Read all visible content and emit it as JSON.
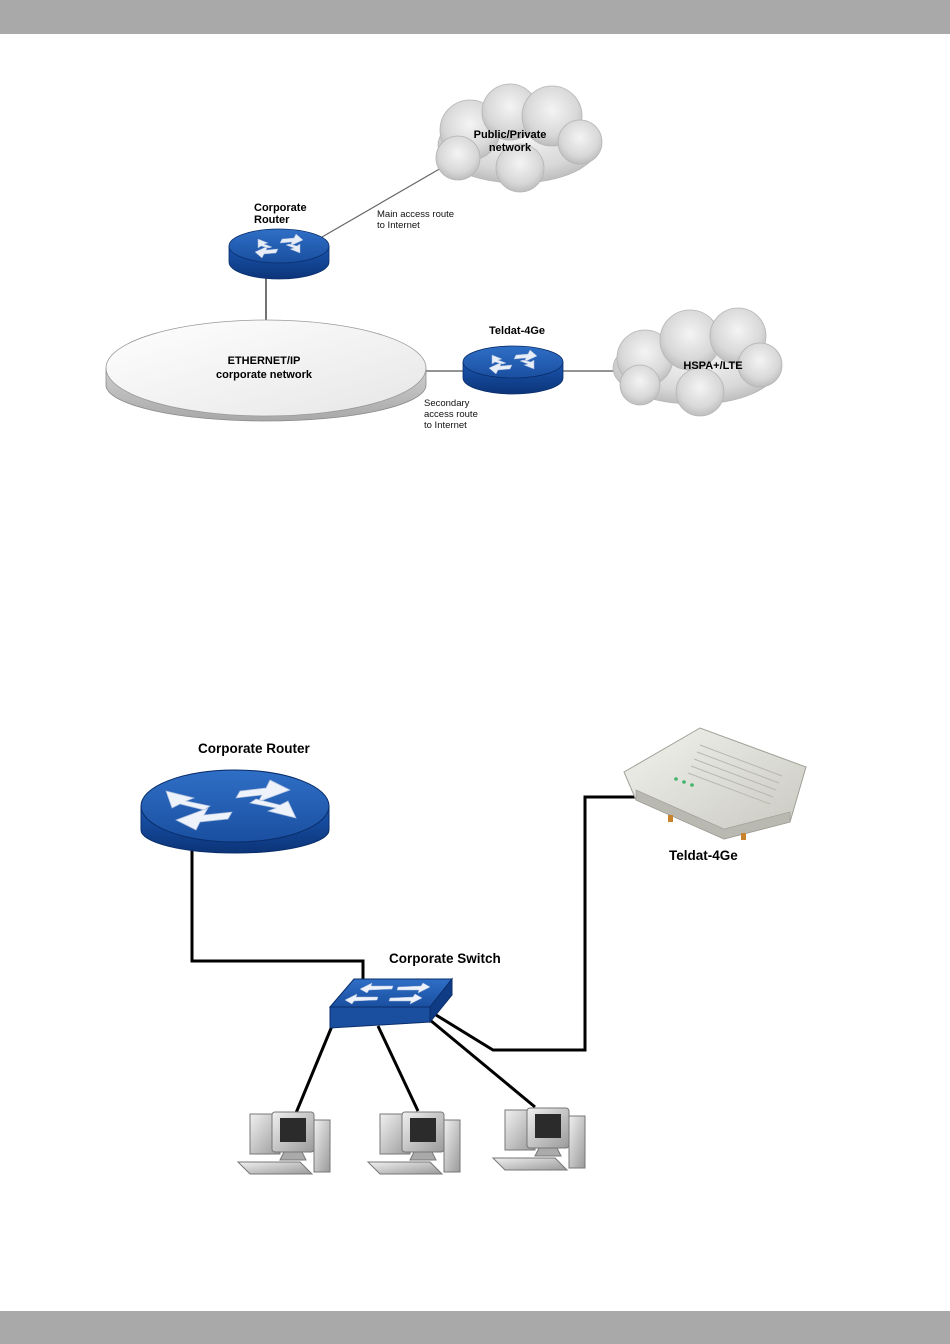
{
  "diagram1": {
    "cloud_public": [
      "Public/Private",
      "network"
    ],
    "corporate_router": [
      "Corporate",
      "Router"
    ],
    "main_route": [
      "Main access route",
      "to Internet"
    ],
    "lan": [
      "ETHERNET/IP",
      "corporate network"
    ],
    "teldat": "Teldat-4Ge",
    "cloud_mobile": "HSPA+/LTE",
    "secondary_route": [
      "Secondary",
      "access route",
      "to Internet"
    ]
  },
  "diagram2": {
    "corporate_router": "Corporate Router",
    "teldat": "Teldat-4Ge",
    "switch": "Corporate Switch"
  }
}
